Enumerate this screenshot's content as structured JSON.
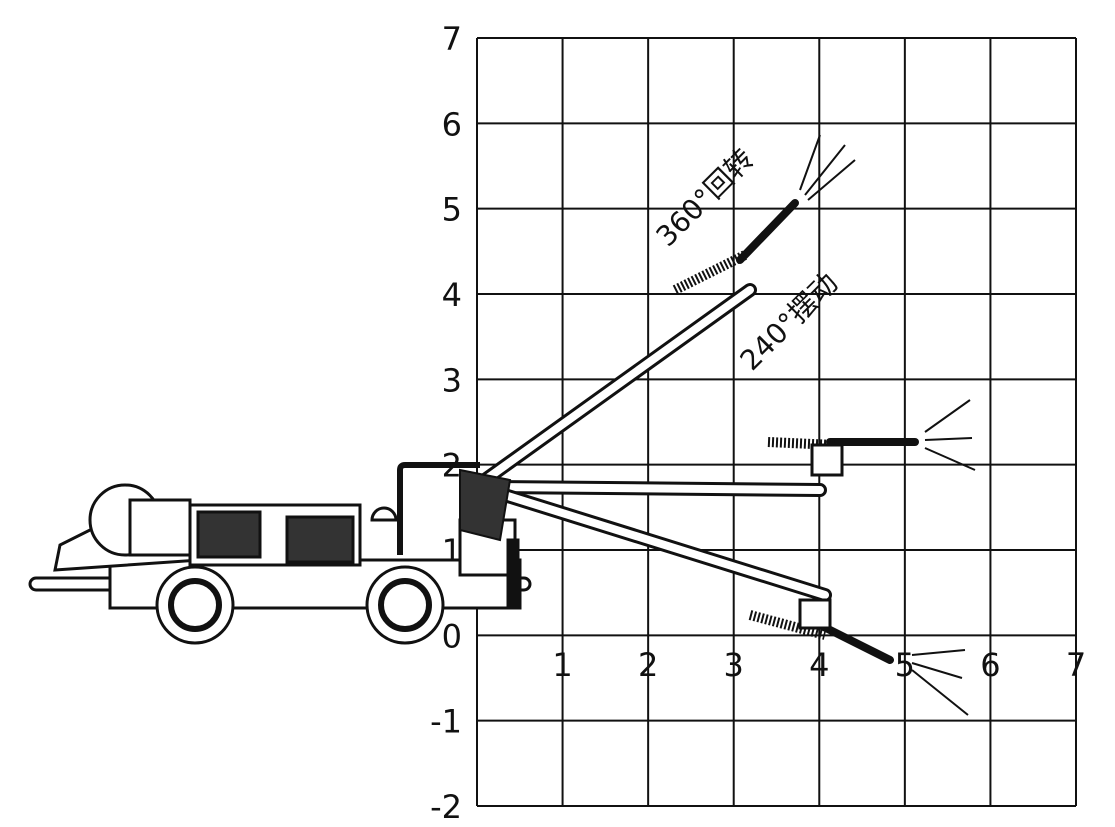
{
  "diagram": {
    "grid": {
      "x_range": [
        0,
        7
      ],
      "y_range": [
        -2,
        7
      ],
      "x_tick_labels": [
        "1",
        "2",
        "3",
        "4",
        "5",
        "6",
        "7"
      ],
      "y_tick_labels": [
        "7",
        "6",
        "5",
        "4",
        "3",
        "2",
        "1",
        "0",
        "-1",
        "-2"
      ]
    },
    "annotations": {
      "rotation": "360°回转",
      "swing": "240°摆动"
    },
    "colors": {
      "line": "#111111",
      "background": "#ffffff"
    }
  }
}
